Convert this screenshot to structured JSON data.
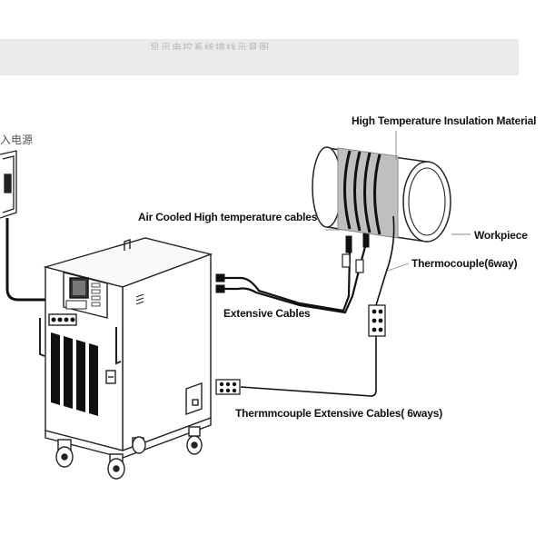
{
  "banner": {
    "text": "显示电控系统接线示意图"
  },
  "power_source": {
    "label": "入电源"
  },
  "labels": {
    "insulation": "High Temperature Insulation Material",
    "air_cables": "Air Cooled High temperature cables",
    "workpiece": "Workpiece",
    "thermocouple": "Thermocouple(6way)",
    "extensive_cables": "Extensive Cables",
    "thermocouple_ext": "Thermmcouple Extensive Cables( 6ways)"
  }
}
